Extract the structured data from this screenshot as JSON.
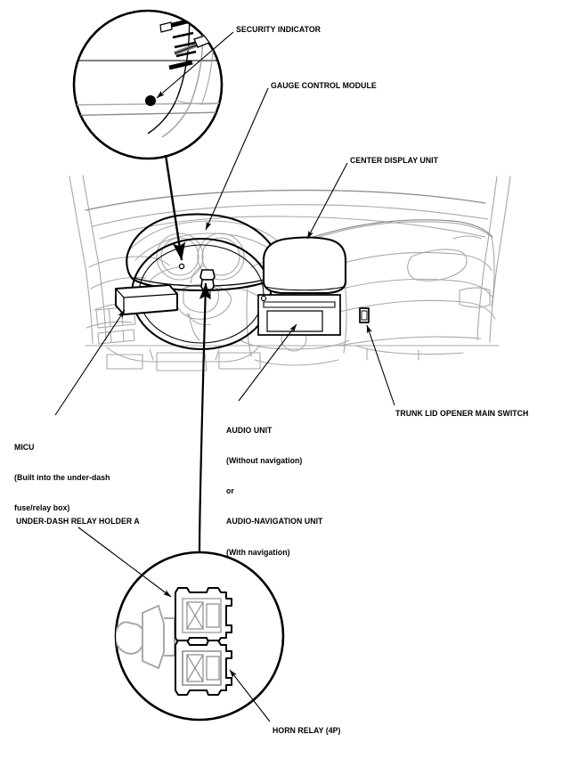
{
  "document": {
    "type": "component-location-diagram",
    "subject": "vehicle instrument panel / dashboard"
  },
  "labels": {
    "security_indicator": "SECURITY INDICATOR",
    "gauge_control_module": "GAUGE CONTROL MODULE",
    "center_display_unit": "CENTER DISPLAY UNIT",
    "trunk_lid_opener": "TRUNK LID OPENER MAIN SWITCH",
    "micu_line1": "MICU",
    "micu_line2": "(Built into the under-dash",
    "micu_line3": "fuse/relay box)",
    "audio_line1": "AUDIO UNIT",
    "audio_line2": "(Without navigation)",
    "audio_line3": "or",
    "audio_line4": "AUDIO-NAVIGATION UNIT",
    "audio_line5": "(With navigation)",
    "under_dash_relay_holder": "UNDER-DASH RELAY HOLDER A",
    "horn_relay": "HORN RELAY (4P)"
  },
  "icons": {
    "detail_circle_top": "magnifier-detail-circle-icon",
    "detail_circle_bottom": "magnifier-detail-circle-icon",
    "leader_arrow": "leader-arrow-icon",
    "security_indicator_dot": "indicator-lamp-dot-icon",
    "micu_box": "micu-module-icon",
    "relay_holder": "relay-holder-icon",
    "horn_relay_block": "relay-block-icon",
    "trunk_switch": "trunk-switch-icon"
  },
  "colors": {
    "ink": "#000000",
    "outline_light": "#a8a8a8",
    "outline_mid": "#8c8c8c",
    "background": "#ffffff",
    "fill_white": "#ffffff"
  }
}
